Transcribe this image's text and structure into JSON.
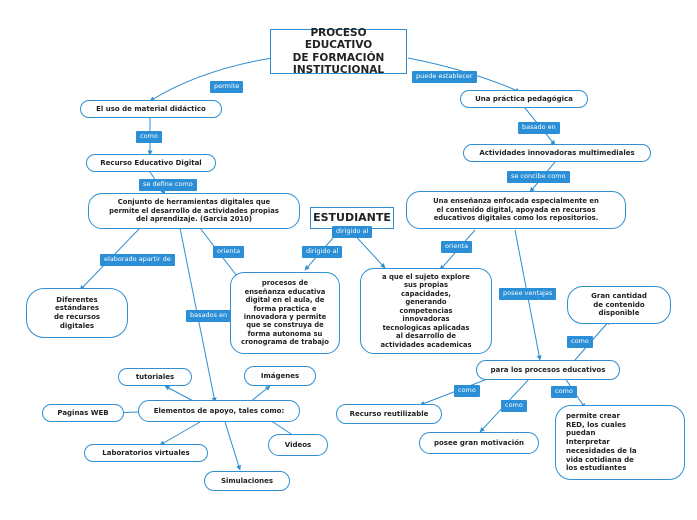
{
  "nodes": {
    "title": "PROCESO EDUCATIVO\nDE FORMACIÓN\nINSTITUCIONAL",
    "material": "El uso de material didáctico",
    "recurso": "Recurso Educativo Digital",
    "conjunto": "Conjunto de herramientas digitales que\npermite el desarrollo de actividades propias\ndel aprendizaje. (Garcia 2010)",
    "estudiante": "ESTUDIANTE",
    "procesos_ens": "procesos de\nenseñanza educativa\ndigital en el aula, de\nforma practica e\ninnovadora y permite\nque se construya de\nforma autonoma su\ncronograma de trabajo",
    "sujeto": "a que el sujeto explore\nsus propias\ncapacidades,\ngenerando\ncompetencias\ninnovadoras\ntecnologicas aplicadas\nal desarrollo de\nactividades academicas",
    "practica": "Una práctica pedagógica",
    "actividades": "Actividades  innovadoras multimediales",
    "ensenanza": "Una enseñanza enfocada especialmente en\nel contenido digital, apoyada en recursos\neducativos digitales como los repositorios.",
    "diferentes": "Diferentes\nestándares\nde recursos\ndigitales",
    "elementos": "Elementos de apoyo, tales como:",
    "tutoriales": "tutoriales",
    "imagenes": "Imágenes",
    "paginas": "Paginas WEB",
    "videos": "Videos",
    "laboratorios": "Laboratorios virtuales",
    "simulaciones": "Simulaciones",
    "para_procesos": "para los procesos educativos",
    "gran_cantidad": "Gran cantidad\nde contenido\ndisponible",
    "reutilizable": "Recurso reutilizable",
    "motivacion": "posee gran motivación",
    "red": "permite crear\nRED, los cuales\npuedan\nInterpretar\nnecesidades de la\nvida cotidiana de\nlos estudiantes"
  },
  "labels": {
    "permite": "permite",
    "puede_establecer": "puede establecer",
    "como1": "como",
    "basado_en": "basado en",
    "se_define_como": "se define como",
    "se_concibe_como": "se concibe como",
    "dirigido_al_top": "dirigido al",
    "dirigido_al": "dirigido al",
    "orienta1": "orienta",
    "orienta2": "orienta",
    "elaborado": "elaborado apartir de",
    "basados_en": "basados en",
    "posee_ventajas": "posee ventajas",
    "como2": "como",
    "como3": "como",
    "como4": "como",
    "como5": "como"
  },
  "colors": {
    "line": "#2f8fd0",
    "label_bg": "#2a8fd6",
    "node_border": "#2f8fd0"
  }
}
